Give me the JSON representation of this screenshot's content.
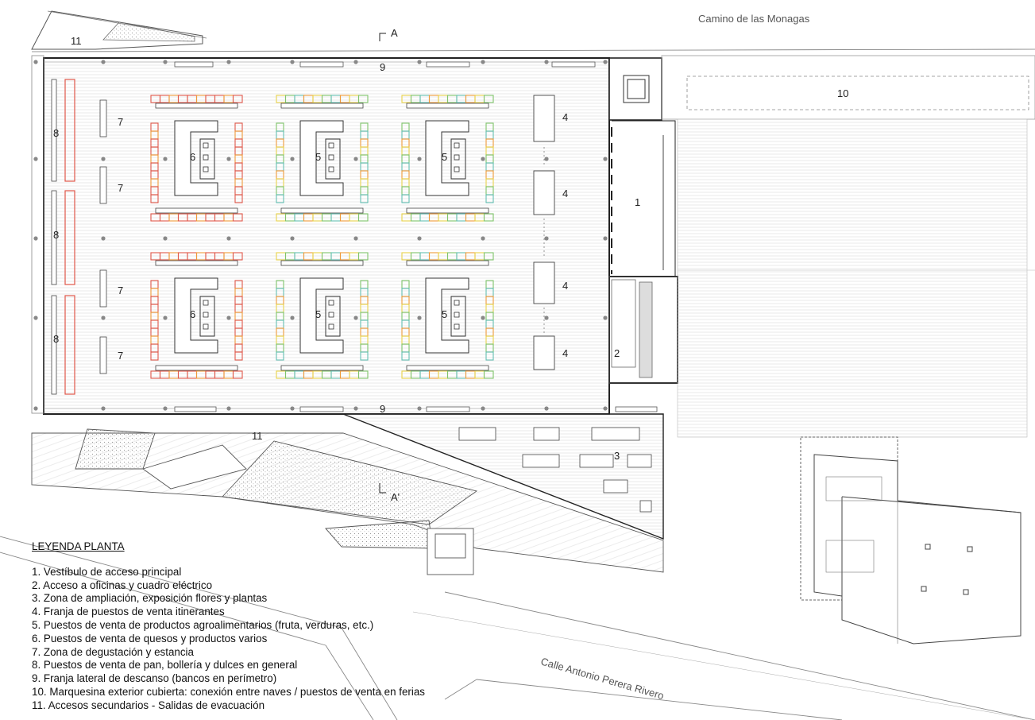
{
  "streets": {
    "north": "Camino de las Monagas",
    "south": "Calle Antonio Perera Rivero"
  },
  "section_marks": {
    "top": "A",
    "bottom": "A'"
  },
  "zone_labels": {
    "vestibule": "1",
    "office_access": "2",
    "expansion": "3",
    "itinerant": "4",
    "agri": "5",
    "cheese": "6",
    "tasting": "7",
    "bread": "8",
    "rest": "9",
    "canopy": "10",
    "exits": "11"
  },
  "legend": {
    "title": "LEYENDA PLANTA",
    "items": [
      "1. Vestíbulo de acceso principal",
      "2. Acceso a oficinas y cuadro eléctrico",
      "3. Zona de ampliación, exposición flores y plantas",
      "4. Franja de puestos de venta itinerantes",
      "5. Puestos de venta de productos agroalimentarios (fruta, verduras, etc.)",
      "6. Puestos de venta de quesos y productos varios",
      "7. Zona de degustación y estancia",
      "8. Puestos de venta de pan, bollería y dulces en general",
      "9. Franja lateral de descanso (bancos en perímetro)",
      "10. Marquesina exterior cubierta: conexión entre naves /  puestos de venta en ferias",
      "11. Accesos secundarios - Salidas de evacuación"
    ]
  },
  "colors": {
    "line": "#333333",
    "hatch": "#d8d8d8",
    "stall_red": "#e0584a",
    "stall_yellow": "#e8d24a",
    "stall_green": "#7fc46a",
    "stall_teal": "#63bfb2",
    "stall_orange": "#ef9a3a"
  }
}
